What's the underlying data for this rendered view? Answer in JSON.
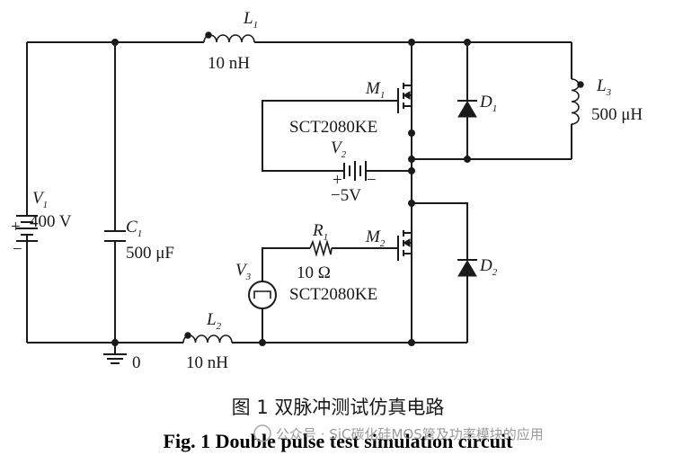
{
  "components": {
    "L1": {
      "name": "L",
      "sub": "1",
      "value": "10 nH"
    },
    "L2": {
      "name": "L",
      "sub": "2",
      "value": "10 nH"
    },
    "L3": {
      "name": "L",
      "sub": "3",
      "value": "500 μH"
    },
    "C1": {
      "name": "C",
      "sub": "1",
      "value": "500 μF"
    },
    "V1": {
      "name": "V",
      "sub": "1",
      "value": "400 V"
    },
    "V2": {
      "name": "V",
      "sub": "2",
      "value": "−5V"
    },
    "V3": {
      "name": "V",
      "sub": "3"
    },
    "R1": {
      "name": "R",
      "sub": "1",
      "value": "10 Ω"
    },
    "M1": {
      "name": "M",
      "sub": "1",
      "part": "SCT2080KE"
    },
    "M2": {
      "name": "M",
      "sub": "2",
      "part": "SCT2080KE"
    },
    "D1": {
      "name": "D",
      "sub": "1"
    },
    "D2": {
      "name": "D",
      "sub": "2"
    },
    "ground": {
      "label": "0"
    }
  },
  "caption": {
    "chinese": "图 1  双脉冲测试仿真电路",
    "english": "Fig. 1 Double pulse test simulation circuit"
  },
  "watermark": "公众号 · SiC碳化硅MOS管及功率模块的应用"
}
